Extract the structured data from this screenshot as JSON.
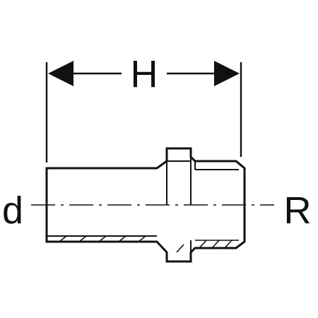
{
  "drawing": {
    "dimension_height_label": "H",
    "dimension_diameter_label": "d",
    "dimension_thread_label": "R",
    "line_color": "#111111",
    "background_color": "#ffffff"
  }
}
